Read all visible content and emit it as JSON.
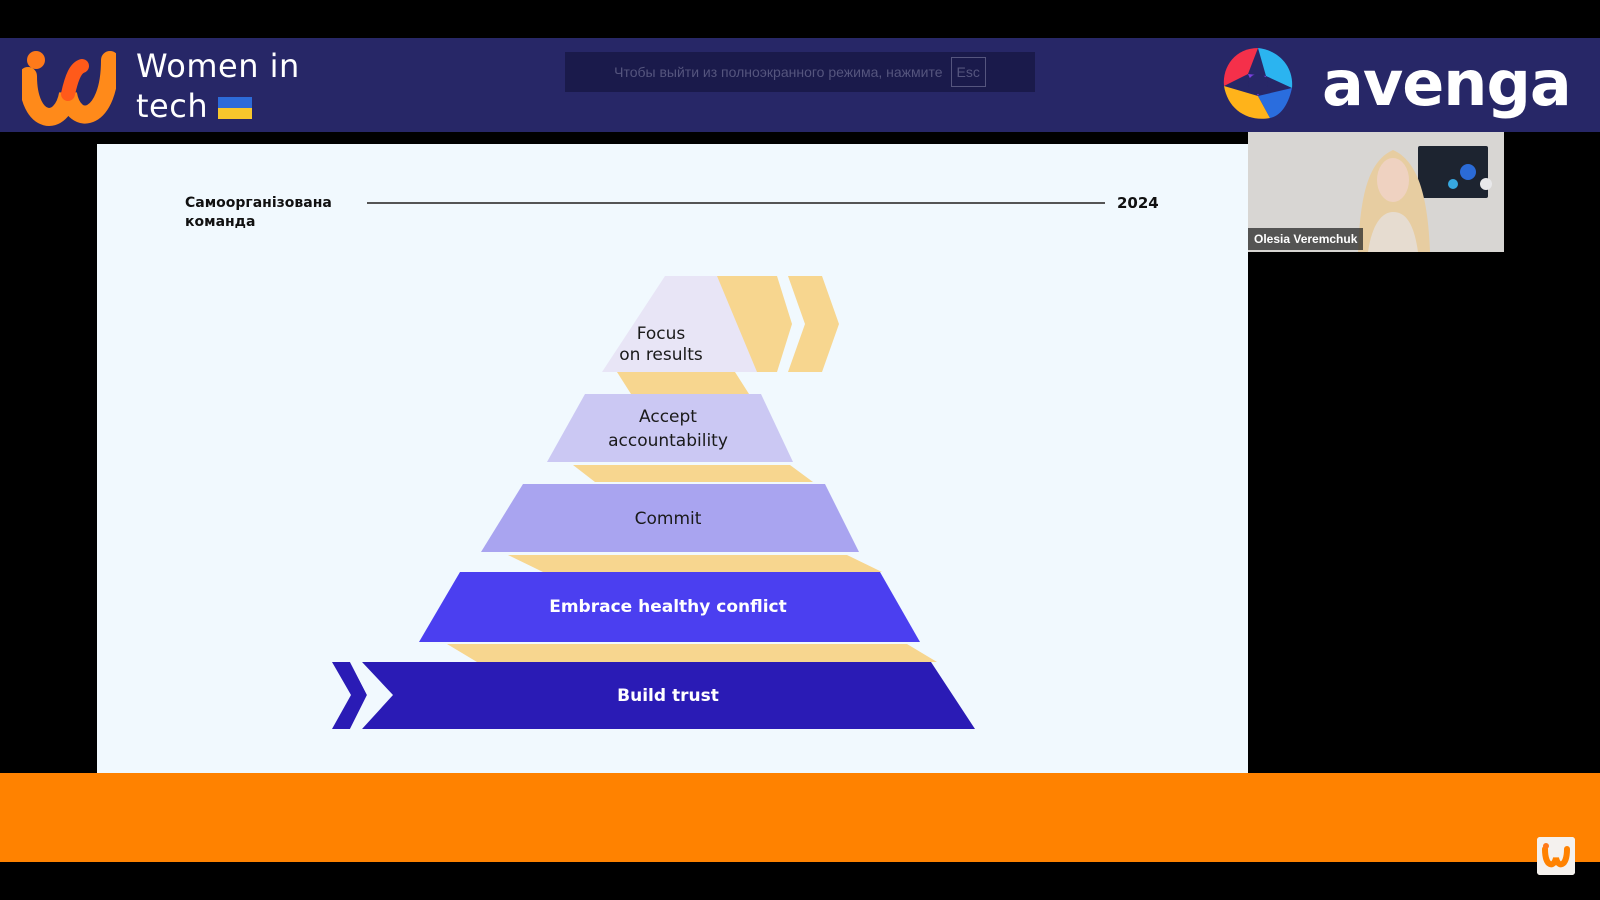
{
  "brand": {
    "left_title_line1": "Women in",
    "left_title_line2": "tech",
    "right_title": "avenga",
    "left_logo_icon": "women-in-tech-logo-icon",
    "right_logo_icon": "avenga-logo-icon"
  },
  "fullscreen_hint": {
    "text": "Чтобы выйти из полноэкранного режима, нажмите",
    "key": "Esc"
  },
  "slide": {
    "title": "Самоорганізована\nкоманда",
    "year": "2024",
    "layers": [
      {
        "label_line1": "Focus",
        "label_line2": "on results",
        "color": "#e8e5f6"
      },
      {
        "label_line1": "Accept",
        "label_line2": "accountability",
        "color": "#cbc8f3"
      },
      {
        "label": "Commit",
        "color": "#a9a4f0"
      },
      {
        "label": "Embrace healthy conflict",
        "color": "#4b3ff0"
      },
      {
        "label": "Build trust",
        "color": "#2a1bb5"
      }
    ],
    "accent_color": "#f5d38c"
  },
  "video": {
    "speaker_name": "Olesia Veremchuk"
  },
  "colors": {
    "header_bg": "#272767",
    "orange": "#ff8200"
  }
}
